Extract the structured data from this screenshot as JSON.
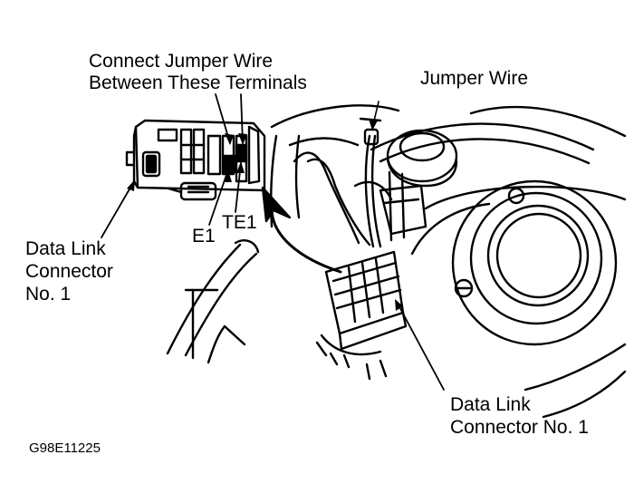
{
  "labels": {
    "connect_jumper_line1": "Connect Jumper Wire",
    "connect_jumper_line2": "Between These Terminals",
    "jumper_wire": "Jumper Wire",
    "terminal_e1": "E1",
    "terminal_te1": "TE1",
    "dlc_left_line1": "Data Link",
    "dlc_left_line2": "Connector",
    "dlc_left_line3": "No. 1",
    "dlc_right_line1": "Data Link",
    "dlc_right_line2": "Connector No. 1",
    "figure_code": "G98E11225"
  },
  "colors": {
    "ink": "#000000",
    "paper": "#ffffff"
  }
}
